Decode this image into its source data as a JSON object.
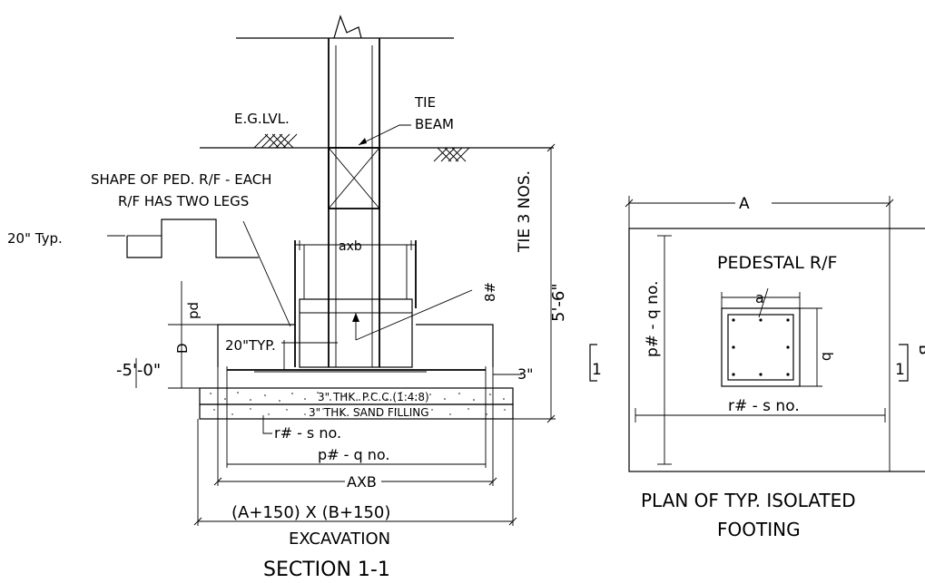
{
  "section": {
    "title": "SECTION 1-1",
    "eg_level": "E.G.LVL.",
    "tie_beam_line1": "TIE",
    "tie_beam_line2": "BEAM",
    "shape_note_line1": "SHAPE OF PED. R/F - EACH",
    "shape_note_line2": "R/F HAS TWO LEGS",
    "typ_20_a": "20\" Typ.",
    "typ_20_b": "20\"TYP.",
    "pedestal_size": "axb",
    "bar_8": "8#",
    "depth_left": "-5'-0\"",
    "dim_d": "D",
    "dim_pd": "pd",
    "cover_3": "3\"",
    "pcc_layer": "3\" THK. P.C.C.(1:4:8)",
    "sand_layer": "3\" THK. SAND FILLING",
    "bottom_bars": "r#   - s no.",
    "top_bars": "p#   - q no.",
    "footing_size": "AXB",
    "excavation_size": "(A+150) X (B+150)",
    "excavation_label": "EXCAVATION",
    "tie_count": "TIE 3 NOS.",
    "tie_depth": "5'-6\""
  },
  "plan": {
    "title_line1": "PLAN OF TYP. ISOLATED",
    "title_line2": "FOOTING",
    "dim_A": "A",
    "dim_B": "B",
    "pedestal_rf": "PEDESTAL R/F",
    "dim_a": "a",
    "dim_b": "b",
    "bars_x": "r#   - s no.",
    "bars_y": "p#  - q no.",
    "section_mark_left": "1",
    "section_mark_right": "1"
  }
}
